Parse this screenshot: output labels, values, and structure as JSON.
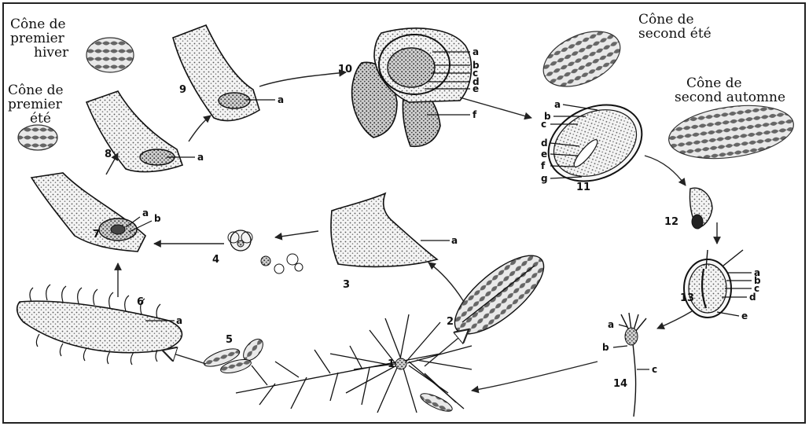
{
  "captions": {
    "premier_hiver": [
      "Cône de",
      "premier",
      "hiver"
    ],
    "premier_ete": [
      "Cône de",
      "premier",
      "été"
    ],
    "second_ete": [
      "Cône de",
      "second été"
    ],
    "second_automne": [
      "Cône de",
      "second automne"
    ]
  },
  "stage_numbers": [
    "1",
    "2",
    "3",
    "4",
    "5",
    "6",
    "7",
    "8",
    "9",
    "10",
    "11",
    "12",
    "13",
    "14"
  ],
  "letters": {
    "s3": [
      "a"
    ],
    "s6": [
      "a"
    ],
    "s7": [
      "a",
      "b"
    ],
    "s8": [
      "a"
    ],
    "s9": [
      "a"
    ],
    "s10": [
      "a",
      "b",
      "c",
      "d",
      "e",
      "f"
    ],
    "s11": [
      "a",
      "b",
      "c",
      "d",
      "e",
      "f",
      "g"
    ],
    "s13": [
      "a",
      "b",
      "c",
      "d",
      "e"
    ],
    "s14": [
      "a",
      "b",
      "c"
    ]
  }
}
